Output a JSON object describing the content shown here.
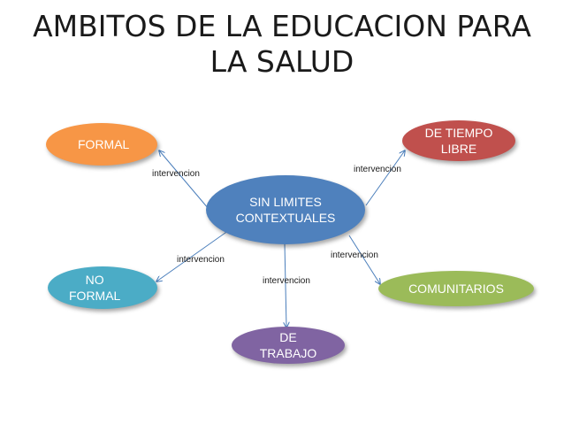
{
  "title": "AMBITOS DE LA EDUCACION PARA LA SALUD",
  "center": "SIN LIMITES\nCONTEXTUALES",
  "nodes": {
    "formal": "FORMAL",
    "tiempo_libre": "DE TIEMPO\nLIBRE",
    "no_formal": "NO\nFORMAL",
    "comunitarios": "COMUNITARIOS",
    "trabajo": "DE\nTRABAJO"
  },
  "link_label": "intervencion",
  "colors": {
    "center": "#4f81bd",
    "formal": "#f79646",
    "tiempo_libre": "#c0504d",
    "no_formal": "#4bacc6",
    "comunitarios": "#9bbb59",
    "trabajo": "#8064a2",
    "arrow": "#4a7ebb"
  }
}
